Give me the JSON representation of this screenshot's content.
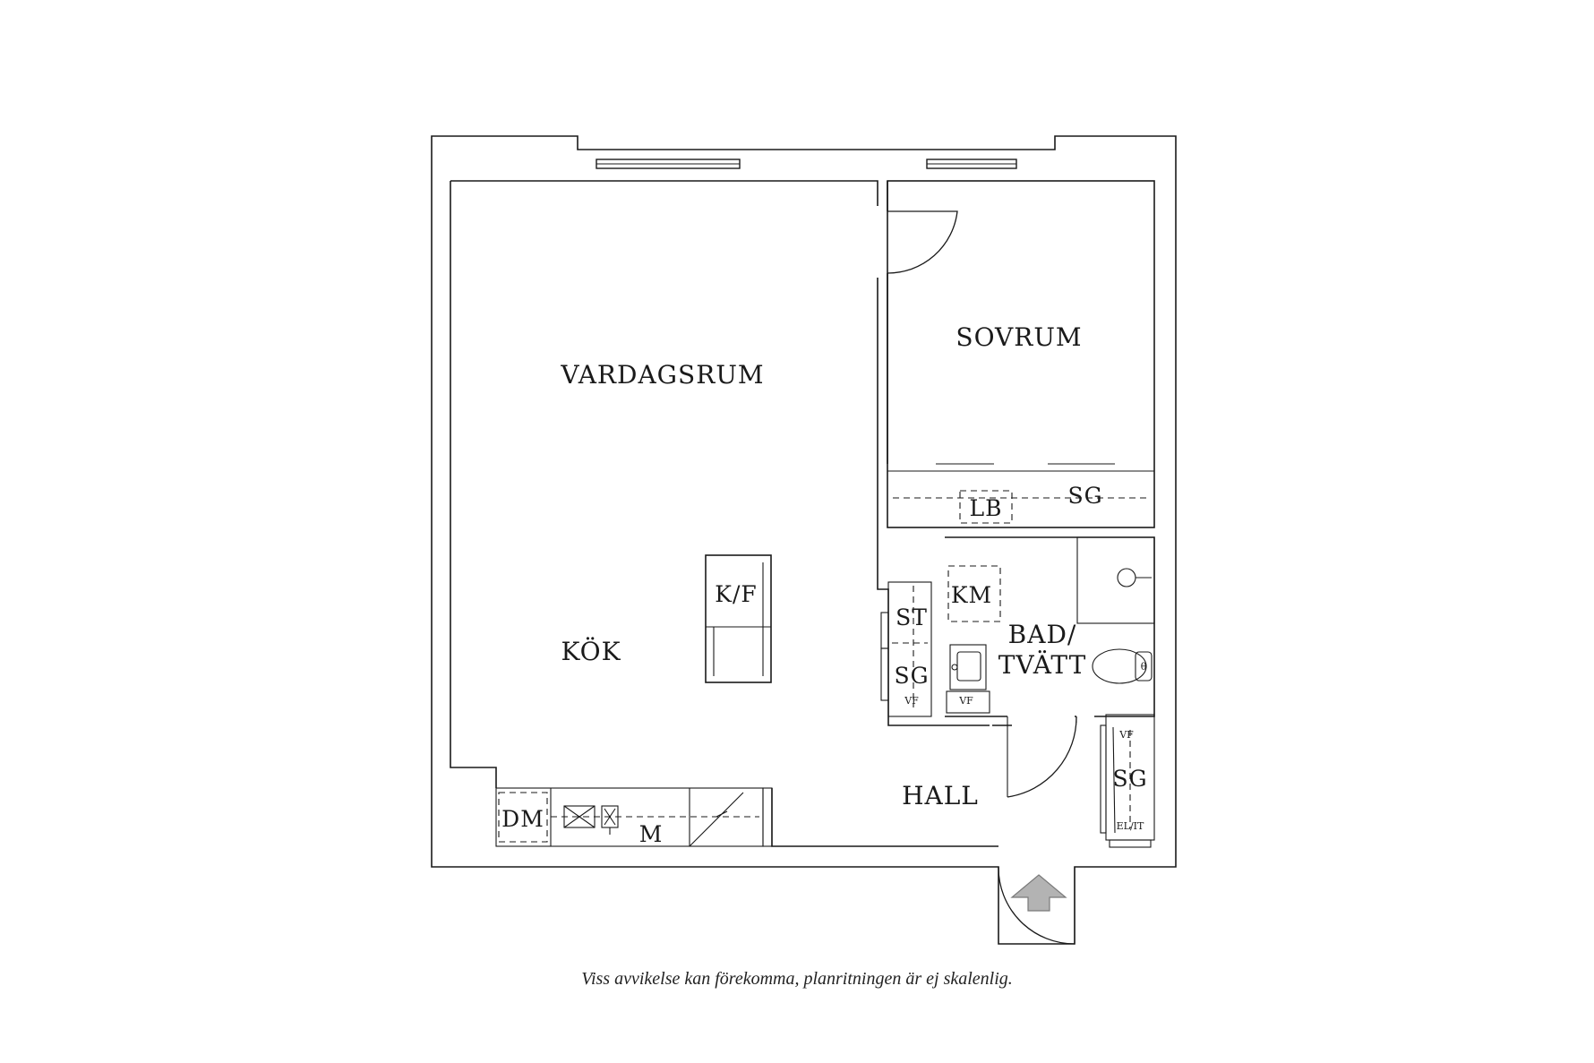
{
  "rooms": {
    "vardagsrum": "VARDAGSRUM",
    "sovrum": "SOVRUM",
    "kok": "KÖK",
    "bad_line1": "BAD/",
    "bad_line2": "TVÄTT",
    "hall": "HALL"
  },
  "fixtures": {
    "kf": "K/F",
    "lb": "LB",
    "sg_bedroom": "SG",
    "km": "KM",
    "st": "ST",
    "sg_bath": "SG",
    "vf_bath_left": "VF",
    "vf_bath_sink": "VF",
    "dm": "DM",
    "m": "M",
    "sg_hall": "SG",
    "vf_hall": "VF",
    "el_it": "EL/IT"
  },
  "disclaimer": "Viss avvikelse kan förekomma, planritningen är ej skalenlig."
}
